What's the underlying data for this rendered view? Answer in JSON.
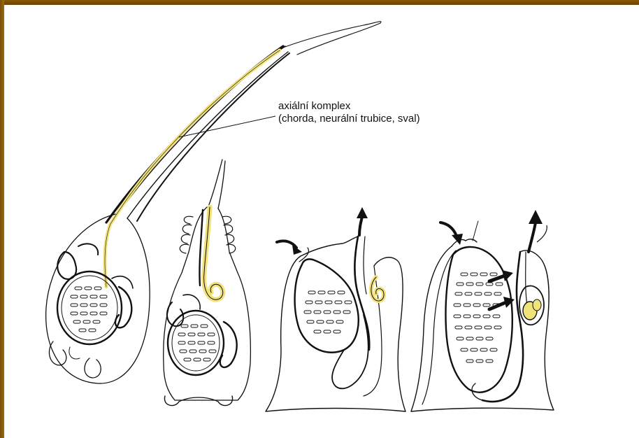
{
  "colors": {
    "frame": "#7a4e05",
    "axial_complex": "#f2e27a",
    "ink": "#111111",
    "background": "#ffffff"
  },
  "annotation": {
    "line1": "axiální komplex",
    "line2": "(chorda, neurální trubice, sval)"
  },
  "stages": [
    {
      "id": "larva"
    },
    {
      "id": "metamorphosis-early"
    },
    {
      "id": "metamorphosis-late"
    },
    {
      "id": "adult-ascidian"
    }
  ],
  "icons": [
    "inflow-arrow-icon",
    "outflow-arrow-icon"
  ]
}
